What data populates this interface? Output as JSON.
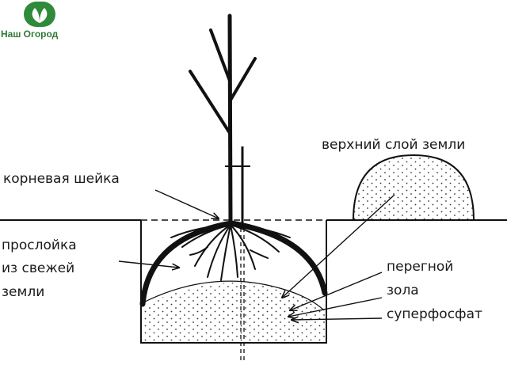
{
  "logo": {
    "text": "Наш Огород",
    "icon": "leaf-icon",
    "color": "#2f8a3a"
  },
  "labels": {
    "root_collar": "корневая шейка",
    "fresh_soil": [
      "прослойка",
      "из свежей",
      "земли"
    ],
    "topsoil": "верхний слой земли",
    "humus": "перегной",
    "ash": "зола",
    "superphosphate": "суперфосфат"
  },
  "colors": {
    "ink": "#111111",
    "dots": "#333333"
  }
}
